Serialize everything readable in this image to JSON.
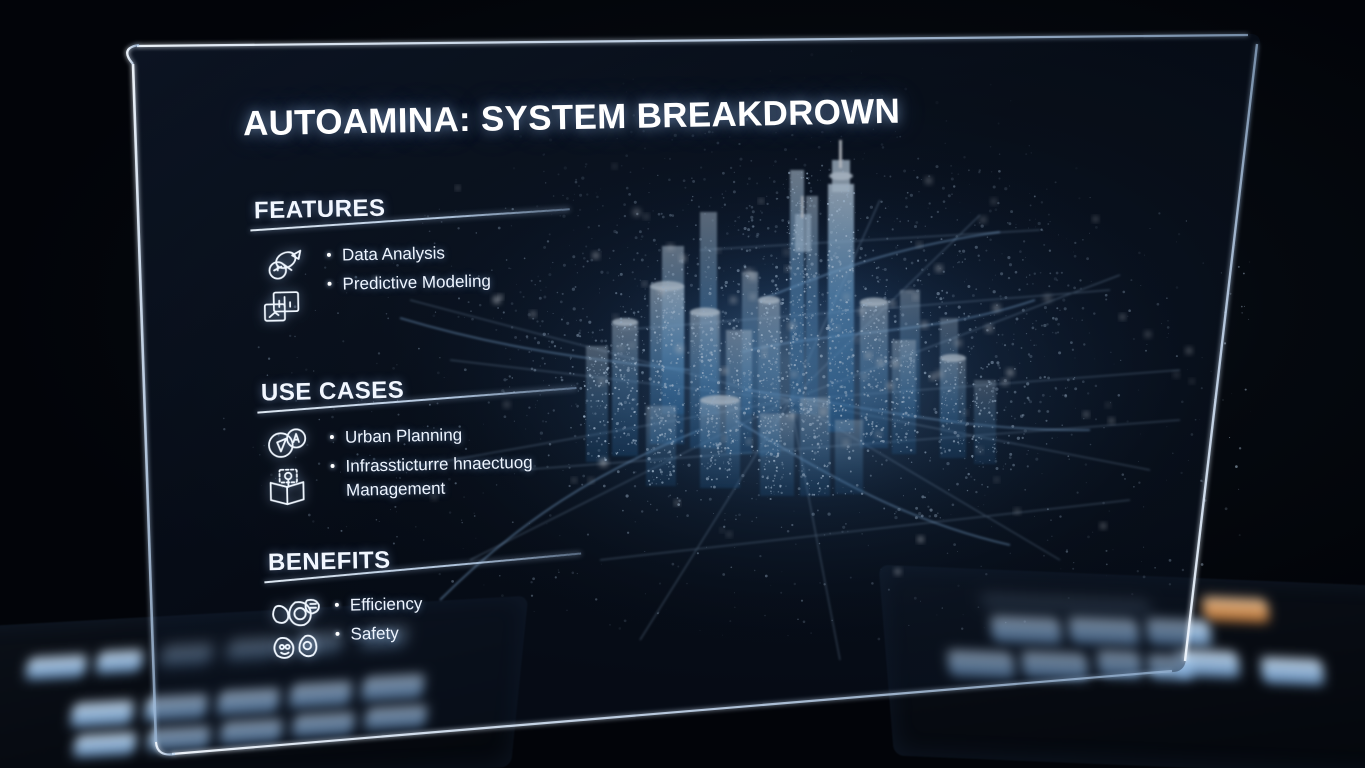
{
  "scene": {
    "kind": "holographic-glass-presentation-panel",
    "background_color": "#03060d",
    "accent_color": "#8fc4ff",
    "glass_edge_color": "#e1eeff",
    "amber_key_color": "#f0a763"
  },
  "panel": {
    "title": "AUTOAMINA: SYSTEM BREAKDROWN",
    "sections": [
      {
        "heading": "FEATURES",
        "icons": [
          "data-analysis-icon",
          "chart-screen-icon"
        ],
        "bullets": [
          "Data Analysis",
          "Predictive Modeling"
        ]
      },
      {
        "heading": "USE CASES",
        "icons": [
          "location-compass-icon",
          "open-book-icon"
        ],
        "bullets": [
          "Urban Planning",
          "Infrassticturre hnaectuog\nManagement"
        ]
      },
      {
        "heading": "BENEFITS",
        "icons": [
          "node-cluster-icon",
          "people-nodes-icon"
        ],
        "bullets": [
          "Efficiency",
          "Safety"
        ]
      }
    ]
  },
  "hologram": {
    "label": "holographic-particle-city",
    "description": "3D point-cloud city of glowing blue skyscrapers with radiating network lines"
  },
  "devices": {
    "left": {
      "label": "blurred-keyboard-left",
      "key_color": "#a8cbee"
    },
    "right": {
      "label": "blurred-keyboard-right",
      "key_color": "#a8cbee",
      "highlight_key_color": "#f0a763"
    }
  }
}
